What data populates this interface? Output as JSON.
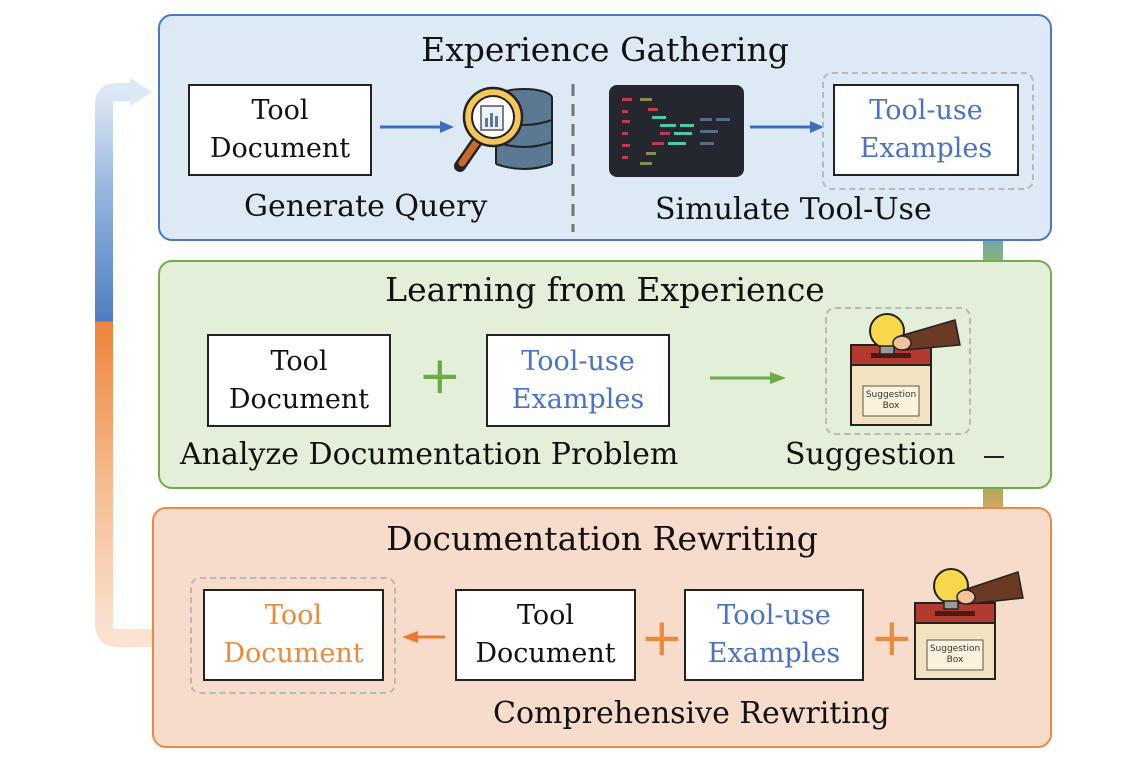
{
  "panels": {
    "gathering": {
      "title": "Experience Gathering",
      "doc_box": [
        "Tool",
        "Document"
      ],
      "examples_box": [
        "Tool-use",
        "Examples"
      ],
      "left_caption": "Generate Query",
      "right_caption": "Simulate Tool-Use"
    },
    "learning": {
      "title": "Learning from Experience",
      "doc_box": [
        "Tool",
        "Document"
      ],
      "examples_box": [
        "Tool-use",
        "Examples"
      ],
      "plus": "+",
      "left_caption": "Analyze Documentation Problem",
      "right_caption": "Suggestion",
      "suggestion_box_text": [
        "Suggestion",
        "Box"
      ]
    },
    "rewriting": {
      "title": "Documentation Rewriting",
      "output_box": [
        "Tool",
        "Document"
      ],
      "doc_box": [
        "Tool",
        "Document"
      ],
      "examples_box": [
        "Tool-use",
        "Examples"
      ],
      "plus": "+",
      "caption": "Comprehensive Rewriting",
      "suggestion_box_text": [
        "Suggestion",
        "Box"
      ]
    }
  },
  "colors": {
    "blue": "#4a73c0",
    "green": "#6fab44",
    "orange": "#ea8a3c"
  },
  "icons": [
    "magnifier-database-icon",
    "code-editor-icon",
    "lightbulb-suggestion-box-icon"
  ]
}
